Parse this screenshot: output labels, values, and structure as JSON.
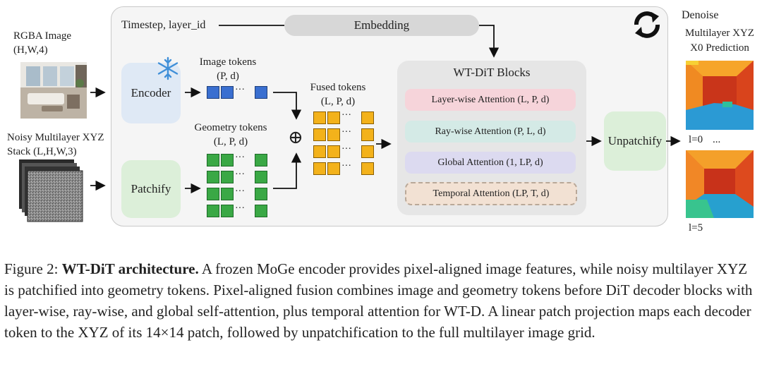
{
  "figure": {
    "timestep_label": "Timestep, layer_id",
    "embedding_label": "Embedding",
    "rgba_title": "RGBA Image",
    "rgba_shape": "(H,W,4)",
    "noisy_title": "Noisy Multilayer XYZ",
    "noisy_shape": "Stack (L,H,W,3)",
    "encoder_label": "Encoder",
    "patchify_label": "Patchify",
    "image_tokens_title": "Image tokens",
    "image_tokens_shape": "(P, d)",
    "geometry_tokens_title": "Geometry tokens",
    "geometry_tokens_shape": "(L, P, d)",
    "fused_tokens_title": "Fused tokens",
    "fused_tokens_shape": "(L, P, d)",
    "ellipsis": "···",
    "plus_symbol": "⊕",
    "blocks_title": "WT-DiT Blocks",
    "attention_layers": [
      "Layer-wise Attention (L, P, d)",
      "Ray-wise Attention (P, L, d)",
      "Global Attention (1, LP, d)",
      "Temporal Attention (LP, T, d)"
    ],
    "unpatchify_label": "Unpatchify",
    "denoise_label": "Denoise",
    "output_title_line1": "Multilayer XYZ",
    "output_title_line2": "X0 Prediction",
    "layer_first": "l=0",
    "layer_dots": "...",
    "layer_last": "l=5",
    "colors": {
      "encoder_fill": "#dfe9f5",
      "patchify_fill": "#dcefd9",
      "unpatchify_fill": "#dcefd9",
      "image_token": "#3a6fd0",
      "geometry_token": "#3aa845",
      "fused_token": "#f3b21b",
      "layer_attention": "#f6d4da",
      "ray_attention": "#d4eae6",
      "global_attention": "#dcdaf0",
      "temporal_attention": "#f2e1d3",
      "main_panel": "#f5f5f5",
      "blocks_panel": "#e6e6e6"
    }
  },
  "caption": {
    "figure_number": "Figure 2:",
    "bold_title": "WT-DiT architecture.",
    "body": "A frozen MoGe encoder provides pixel-aligned image features, while noisy multilayer XYZ is patchified into geometry tokens. Pixel-aligned fusion combines image and geometry tokens before DiT decoder blocks with layer-wise, ray-wise, and global self-attention, plus temporal attention for WT-D. A linear patch projection maps each decoder token to the XYZ of its 14×14 patch, followed by unpatchification to the full multilayer image grid."
  }
}
